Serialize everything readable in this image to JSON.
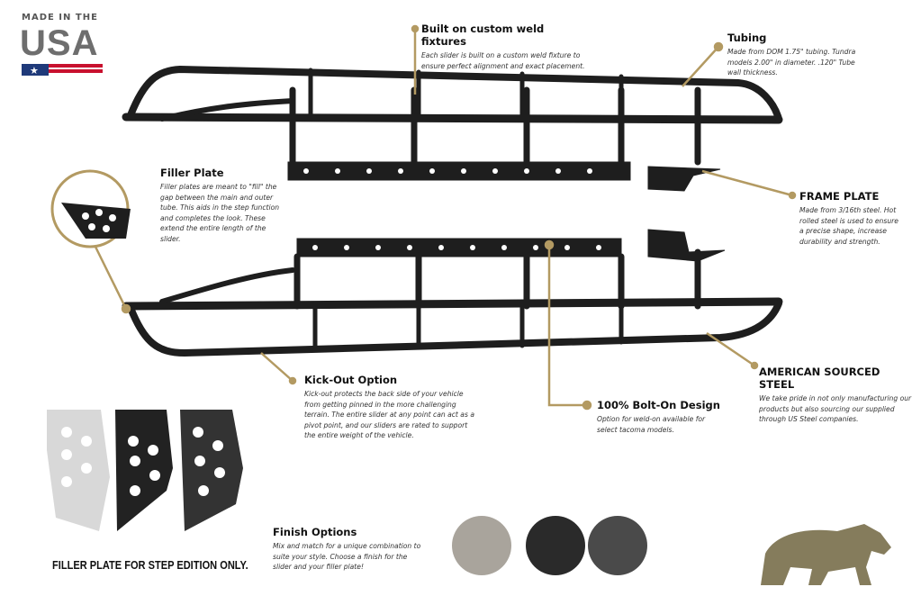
{
  "logo": {
    "top": "MADE IN THE",
    "main": "USA"
  },
  "callouts": [
    {
      "title": "Built on custom weld fixtures",
      "text": "Each slider is built on a custom weld fixture to ensure perfect alignment and exact placement."
    },
    {
      "title": "Tubing",
      "text": "Made from DOM 1.75\" tubing. Tundra models 2.00\" in diameter. .120\" Tube wall thickness."
    },
    {
      "title": "Filler Plate",
      "text": "Filler plates are meant to \"fill\" the gap between the main and outer tube. This aids in the step function and completes the look. These extend the entire length of the slider."
    },
    {
      "title": "FRAME PLATE",
      "text": "Made from 3/16th steel. Hot rolled steel is used to ensure a precise shape, increase durability and strength."
    },
    {
      "title": "Kick-Out Option",
      "text": "Kick-out protects the back side of your vehicle from getting pinned in the more challenging terrain. The entire slider at any point can act as a pivot point, and our sliders are rated to support the entire weight of the vehicle."
    },
    {
      "title": "100% Bolt-On Design",
      "text": "Option for weld-on available for select tacoma models."
    },
    {
      "title": "AMERICAN SOURCED STEEL",
      "text": "We take pride in not only manufacturing our products but also sourcing our supplied through US Steel companies."
    },
    {
      "title": "Finish Options",
      "text": "Mix and match for a unique combination to suite your style. Choose a finish for the slider and your filler plate!"
    }
  ],
  "filler_note": "FILLER PLATE FOR STEP EDITION ONLY.",
  "colors": {
    "accent": "#b39a62",
    "steel": "#1e1e1e",
    "flag_red": "#c8102e",
    "flag_blue": "#1f3a7a",
    "bear": "#857c5c"
  }
}
